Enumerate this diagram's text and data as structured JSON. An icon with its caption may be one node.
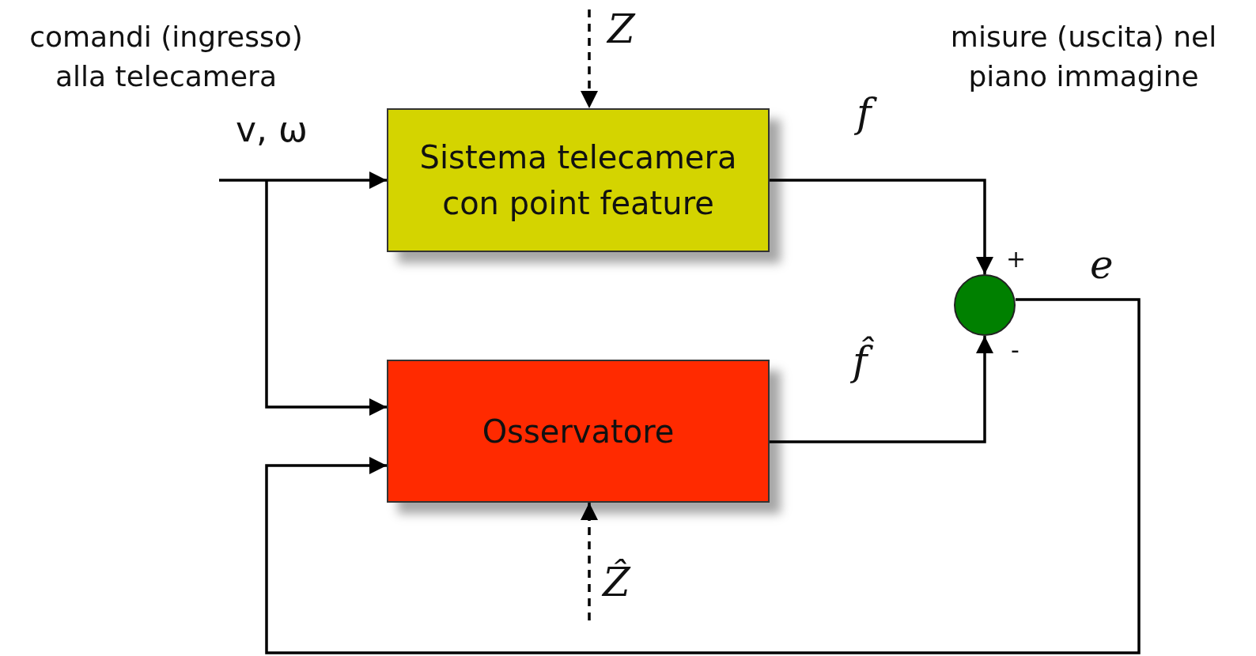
{
  "diagram": {
    "nodes": [
      {
        "text": [
          "Sistema telecamera con point feature"
        ]
      },
      {
        "text": [
          "Osservatore"
        ]
      },
      {
        "text": [],
        "shape": "circle"
      }
    ],
    "edges": [
      {
        "from": null,
        "to": 0,
        "arrow": "to",
        "label": "v, ω"
      },
      {
        "from": null,
        "to": 1,
        "arrow": "to"
      },
      {
        "from": null,
        "to": 0,
        "arrow": "to",
        "label": "Z",
        "style": "dashed"
      },
      {
        "from": null,
        "to": 1,
        "arrow": "to",
        "label": "Ẑ",
        "style": "dashed"
      },
      {
        "from": 0,
        "to": 2,
        "arrow": "to",
        "label": "f"
      },
      {
        "from": 1,
        "to": 2,
        "arrow": "to",
        "label": "f̂"
      },
      {
        "from": 2,
        "to": 1,
        "arrow": "to",
        "label": "e"
      }
    ],
    "labels": [
      "comandi (ingresso) alla telecamera",
      "misure (uscita) nel piano immagine",
      "+",
      "-"
    ]
  }
}
